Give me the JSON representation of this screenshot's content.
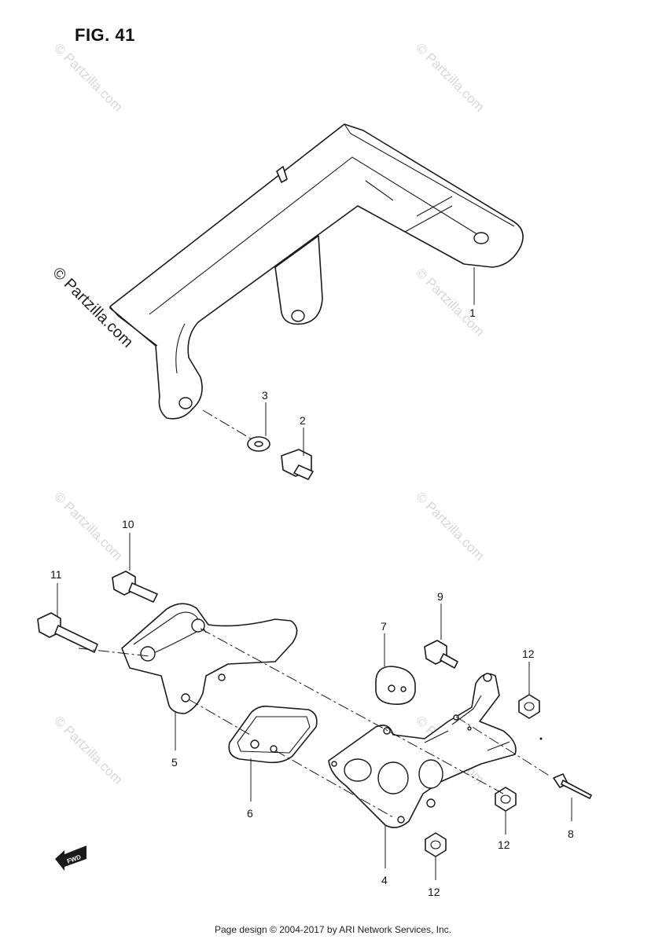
{
  "figure": {
    "title": "FIG. 41"
  },
  "watermark": {
    "text": "© Partzilla.com"
  },
  "footer": {
    "text": "Page design © 2004-2017 by ARI Network Services, Inc."
  },
  "fwd_label": "FWD",
  "callouts": {
    "c1": "1",
    "c2": "2",
    "c3": "3",
    "c4": "4",
    "c5": "5",
    "c6": "6",
    "c7": "7",
    "c8": "8",
    "c9": "9",
    "c10": "10",
    "c11": "11",
    "c12a": "12",
    "c12b": "12",
    "c12c": "12"
  }
}
